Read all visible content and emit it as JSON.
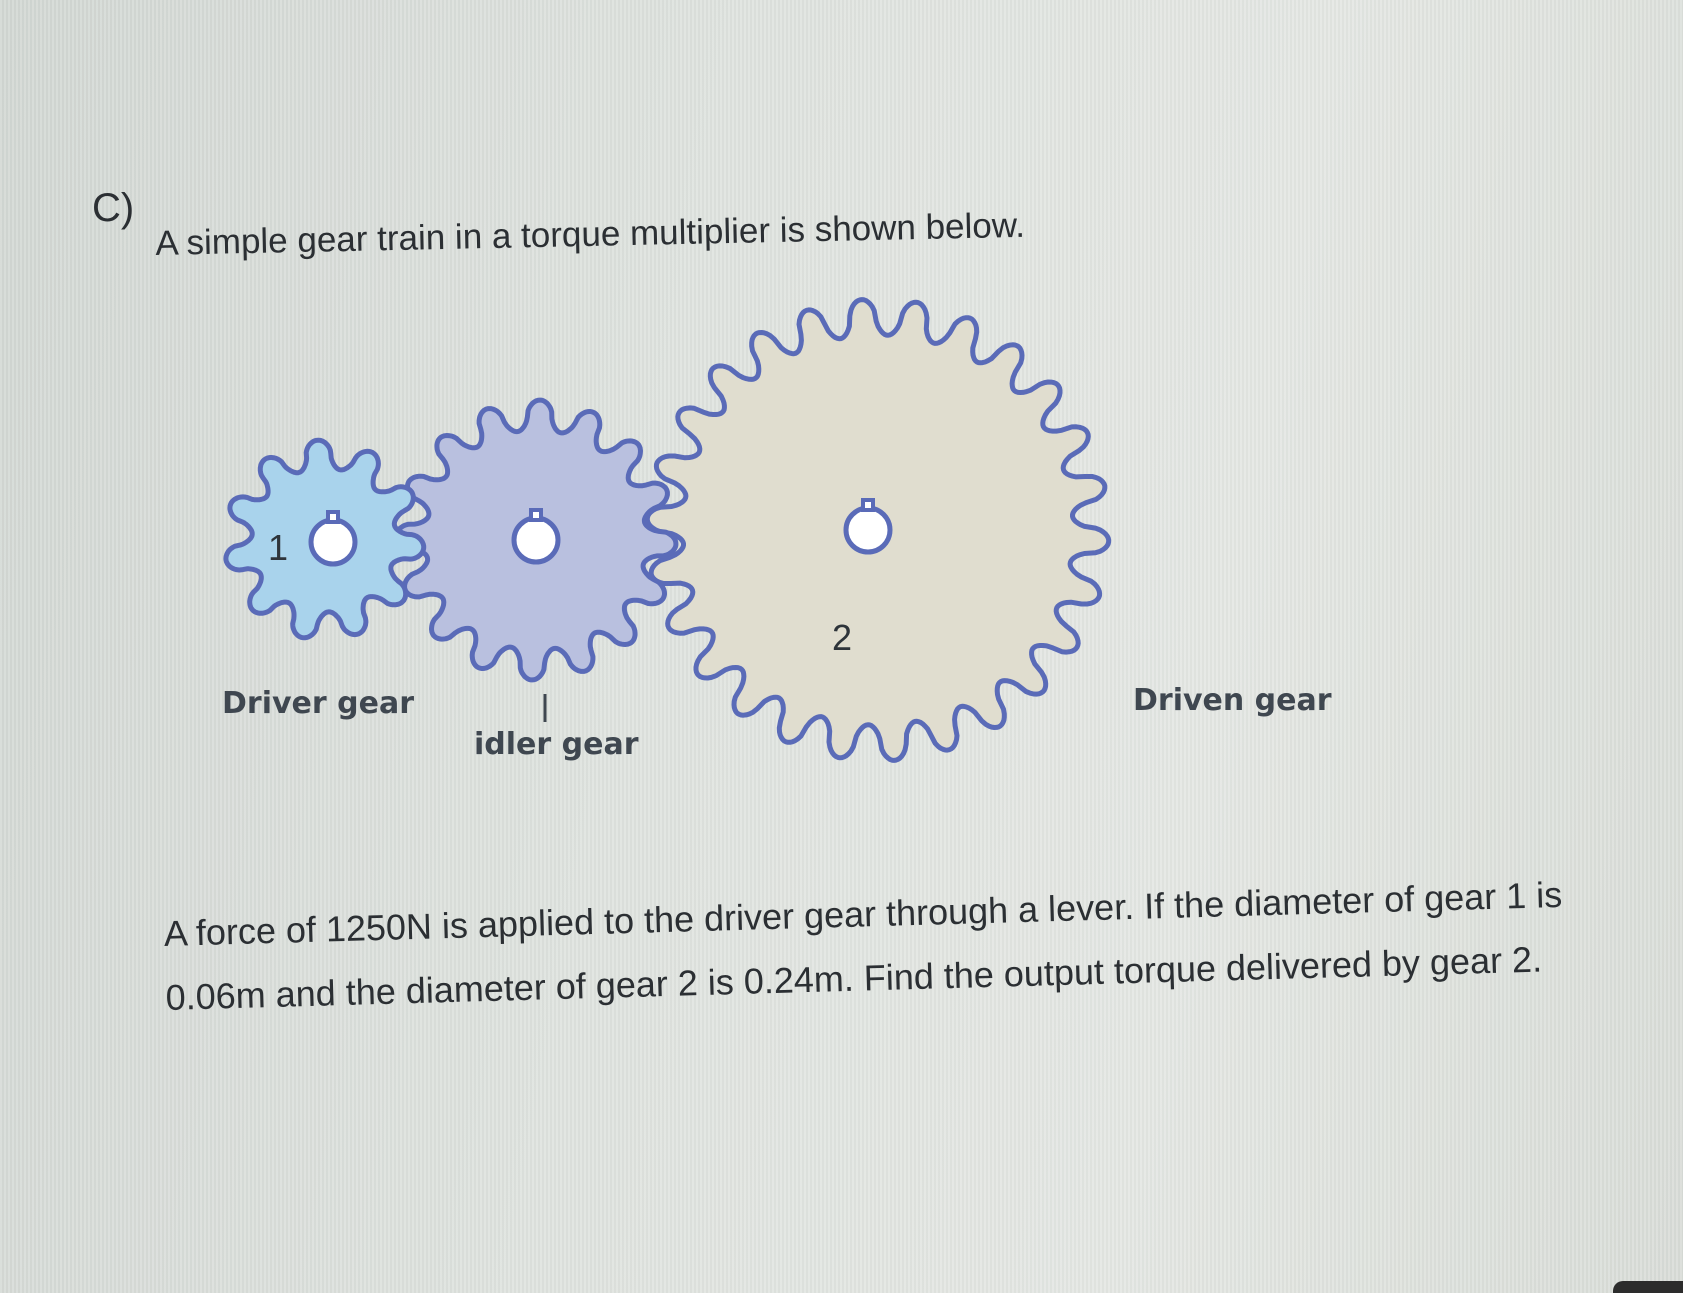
{
  "question": {
    "label": "C)",
    "intro": "A simple gear train in a torque multiplier is shown below.",
    "body_line1": "A force of 1250N is applied to the driver gear through a lever. If the diameter of gear 1 is",
    "body_line2": "0.06m and the diameter of gear 2 is 0.24m. Find the output torque delivered by gear 2."
  },
  "diagram": {
    "gear1_number": "1",
    "gear2_number": "2",
    "driver_label": "Driver gear",
    "idler_label": "idler gear",
    "driven_label": "Driven gear",
    "colors": {
      "driver_fill": "#a9d3ec",
      "idler_fill": "#b9c0df",
      "driven_fill": "#e0ddcf",
      "outline": "#5a6bb8"
    }
  }
}
